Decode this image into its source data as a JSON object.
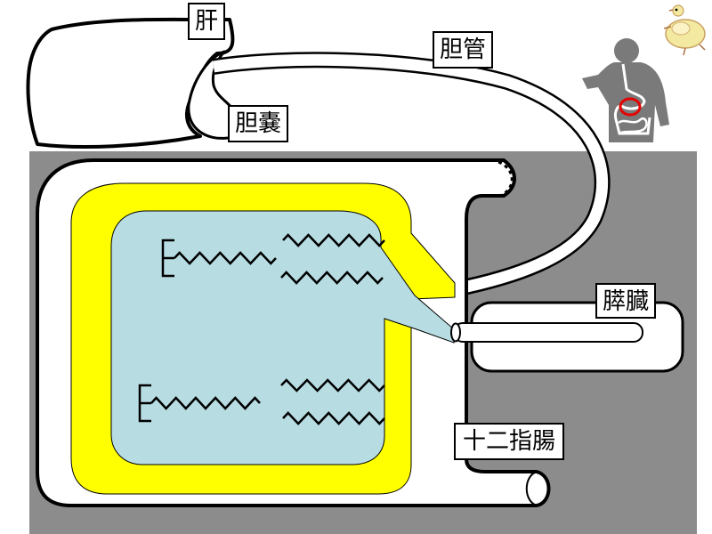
{
  "labels": {
    "liver": "肝",
    "bile_duct": "胆管",
    "gallbladder": "胆嚢",
    "pancreas": "膵臓",
    "duodenum": "十二指腸"
  },
  "colors": {
    "body_gray": "#8c8c8c",
    "outline": "#000000",
    "organ_fill": "#ffffff",
    "yellow_layer": "#ffff00",
    "lumen": "#b7dde3",
    "stomach_highlight": "#e60000",
    "figure_gray": "#7a7a7a"
  },
  "icons": {
    "human_figure": "human-torso-digestive-icon",
    "corner_creature": "small-cartoon-creature-icon"
  }
}
